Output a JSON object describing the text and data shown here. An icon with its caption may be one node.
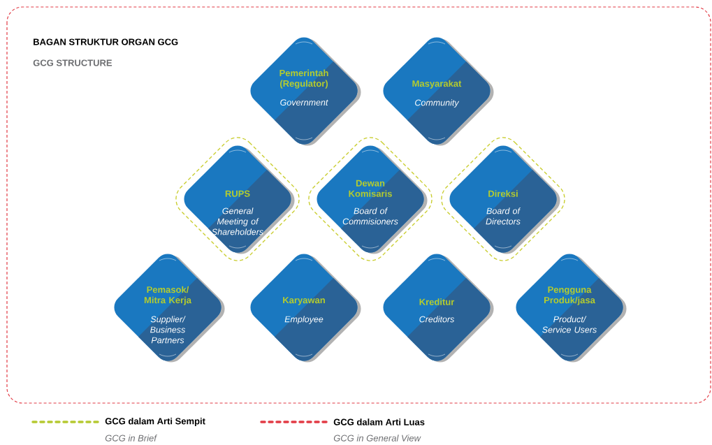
{
  "diagram": {
    "nodes": [
      {
        "text": [
          "BAGAN STRUKTUR ORGAN GCG",
          "GCG STRUCTURE"
        ]
      },
      {
        "text": [
          "Pemerintah (Regulator)",
          "Government"
        ],
        "in": 0
      },
      {
        "text": [
          "Masyarakat",
          "Community"
        ],
        "in": 0
      },
      {
        "text": [],
        "shape": "diamond",
        "in": 0
      },
      {
        "text": [
          "RUPS",
          "General Meeting of Shareholders"
        ],
        "in": 3
      },
      {
        "text": [],
        "shape": "diamond",
        "in": 0
      },
      {
        "text": [
          "Dewan Komisaris",
          "Board of Commisioners"
        ],
        "in": 5
      },
      {
        "text": [],
        "shape": "diamond",
        "in": 0
      },
      {
        "text": [
          "Direksi",
          "Board of Directors"
        ],
        "in": 7
      },
      {
        "text": [
          "Pemasok/ Mitra Kerja",
          "Supplier/ Business Partners"
        ],
        "in": 0
      },
      {
        "text": [
          "Karyawan",
          "Employee"
        ],
        "in": 0
      },
      {
        "text": [
          "Kreditur",
          "Creditors"
        ],
        "in": 0
      },
      {
        "text": [
          "Pengguna Produk/jasa",
          "Product/ Service Users"
        ],
        "in": 0
      }
    ],
    "labels": [
      "GCG in Brief",
      "GCG in General View"
    ],
    "legend": [
      {
        "text": "GCG dalam Arti Sempit"
      },
      {
        "text": "GCG dalam Arti Luas"
      }
    ]
  }
}
